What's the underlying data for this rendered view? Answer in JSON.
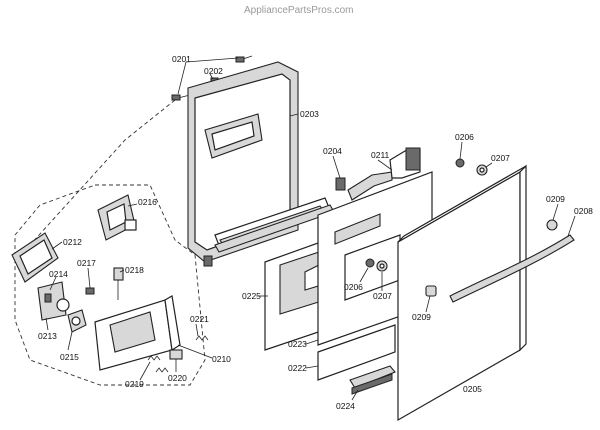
{
  "watermark": "AppliancePartsPros.com",
  "labels": {
    "p0201": "0201",
    "p0202": "0202",
    "p0203": "0203",
    "p0204": "0204",
    "p0205": "0205",
    "p0206a": "0206",
    "p0206b": "0206",
    "p0207a": "0207",
    "p0207b": "0207",
    "p0208": "0208",
    "p0209a": "0209",
    "p0209b": "0209",
    "p0210": "0210",
    "p0211": "0211",
    "p0212": "0212",
    "p0213": "0213",
    "p0214": "0214",
    "p0215": "0215",
    "p0216": "0216",
    "p0217": "0217",
    "p0218": "0218",
    "p0219": "0219",
    "p0220": "0220",
    "p0221": "0221",
    "p0222": "0222",
    "p0223": "0223",
    "p0224": "0224",
    "p0225": "0225"
  }
}
